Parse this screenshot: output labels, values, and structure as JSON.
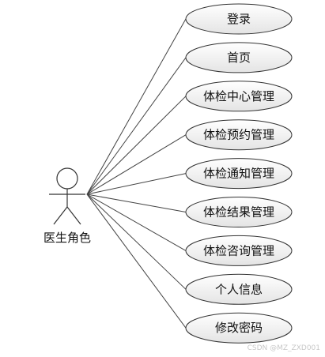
{
  "actor": {
    "label": "医生角色"
  },
  "use_cases": [
    {
      "label": "登录"
    },
    {
      "label": "首页"
    },
    {
      "label": "体检中心管理"
    },
    {
      "label": "体检预约管理"
    },
    {
      "label": "体检通知管理"
    },
    {
      "label": "体检结果管理"
    },
    {
      "label": "体检咨询管理"
    },
    {
      "label": "个人信息"
    },
    {
      "label": "修改密码"
    }
  ],
  "watermark": "CSDN @MZ_ZXD001",
  "colors": {
    "ellipse_top": "#ffffff",
    "ellipse_bottom": "#e6e6e6",
    "stroke": "#333333",
    "line": "#444444"
  }
}
